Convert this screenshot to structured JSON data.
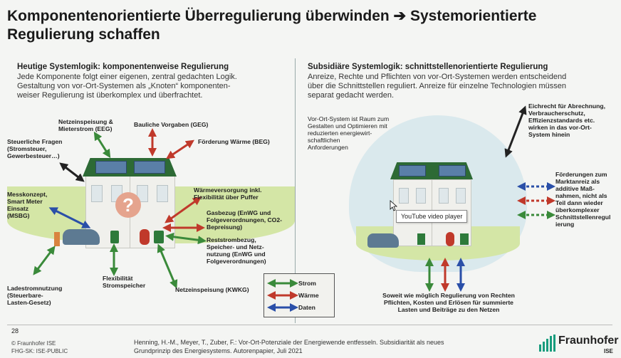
{
  "slide": {
    "title_line1": "Komponentenorientierte Überregulierung überwinden ➔ Systemorientierte",
    "title_line2": "Regulierung schaffen"
  },
  "left": {
    "heading": "Heutige Systemlogik: komponentenweise Regulierung",
    "desc1": "Jede Komponente folgt einer eigenen, zentral gedachten Logik.",
    "desc2": "Gestaltung von vor-Ort-Systemen als „Knoten“ komponenten-",
    "desc3": "weiser Regulierung ist überkomplex und überfrachtet.",
    "labels": {
      "netz": "Netzeinspeisung &\nMieterstrom (EEG)",
      "baulich": "Bauliche Vorgaben (GEG)",
      "foerderung": "Förderung Wärme (BEG)",
      "steuer": "Steuerliche Fragen\n(Stromsteuer,\nGewerbesteuer…)",
      "mess": "Messkonzept,\nSmart Meter\nEinsatz\n(MSBG)",
      "waerme": "Wärmeversorgung inkl.\nFlexibilität über Puffer",
      "gas": "Gasbezug (EnWG und\nFolgeverordnungen, CO2-\nBepreisung)",
      "rest": "Reststrombezug,\nSpeicher- und Netz-\nnutzung (EnWG und\nFolgeverordnungen)",
      "lade": "Ladestromnutzung\n(Steuerbare-\nLasten-Gesetz)",
      "flex": "Flexibilität\nStromspeicher",
      "kwkg": "Netzeinspeisung (KWKG)",
      "question": "?"
    }
  },
  "legend": {
    "strom": "Strom",
    "waerme": "Wärme",
    "daten": "Daten"
  },
  "right": {
    "heading": "Subsidiäre Systemlogik: schnittstellenorientierte Regulierung",
    "desc1": "Anreize, Rechte und Pflichten von vor-Ort-Systemen werden entscheidend",
    "desc2": "über die Schnittstellen reguliert. Anreize für einzelne Technologien müssen",
    "desc3": "separat gedacht werden.",
    "labels": {
      "raum": "Vor-Ort-System ist Raum zum\nGestalten und Optimieren mit\nreduzierten energiewirt-\nschaftlichen\nAnforderungen",
      "eich": "Eichrecht für Abrechnung,\nVerbraucherschutz,\nEffizienzstandards etc.\nwirken in das vor-Ort-\nSystem hinein",
      "foerd": "Förderungen zum\nMarktanreiz als\nadditive   Maß-\nnahmen, nicht als\nTeil dann wieder\nüberkomplexer\nSchnittstellenregul\nierung",
      "soweit": "Soweit wie möglich Regulierung von Rechten\nPflichten, Kosten und Erlösen für summierte\nLasten und Beiträge zu den Netzen"
    },
    "tooltip": "YouTube video player"
  },
  "footer": {
    "page": "28",
    "copy1": "© Fraunhofer ISE",
    "copy2": "FHG-SK: ISE-PUBLIC",
    "citation1": "Henning, H.-M., Meyer, T., Zuber, F.: Vor-Ort-Potenziale der Energiewende entfesseln. Subsidiarität als neues",
    "citation2": "Grundprinzip des Energiesystems. Autorenpapier, Juli 2021",
    "logo": "Fraunhofer",
    "logo_sub": "ISE"
  },
  "colors": {
    "strom": "#3a8a3a",
    "waerme": "#c0392b",
    "daten": "#2a4fa8",
    "fraunhofer": "#179c7d"
  }
}
